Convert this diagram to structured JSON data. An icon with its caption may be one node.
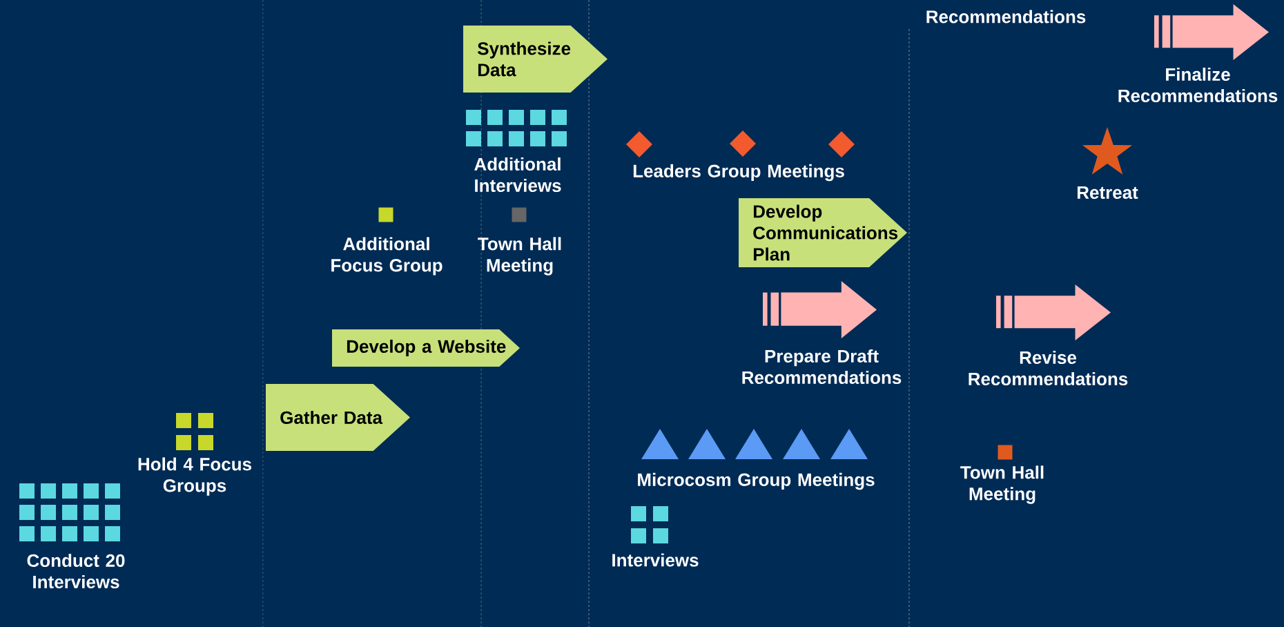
{
  "diagram": {
    "nodes": [
      {
        "text": [
          "Synthesize Data"
        ]
      },
      {
        "text": [
          "Finalize Recommendations"
        ]
      },
      {
        "text": [
          "Develop Communications Plan"
        ]
      },
      {
        "text": [
          "Prepare Draft Recommendations"
        ]
      },
      {
        "text": [
          "Revise Recommendations"
        ]
      },
      {
        "text": [
          "Develop a Website"
        ]
      },
      {
        "text": [
          "Gather Data"
        ]
      }
    ],
    "labels": [
      "Recommendations",
      "Additional Interviews",
      "Leaders Group Meetings",
      "Retreat",
      "Additional Focus Group",
      "Town Hall Meeting",
      "Hold 4 Focus Groups",
      "Microcosm Group Meetings",
      "Town Hall Meeting",
      "Conduct 20 Interviews",
      "Interviews"
    ]
  }
}
